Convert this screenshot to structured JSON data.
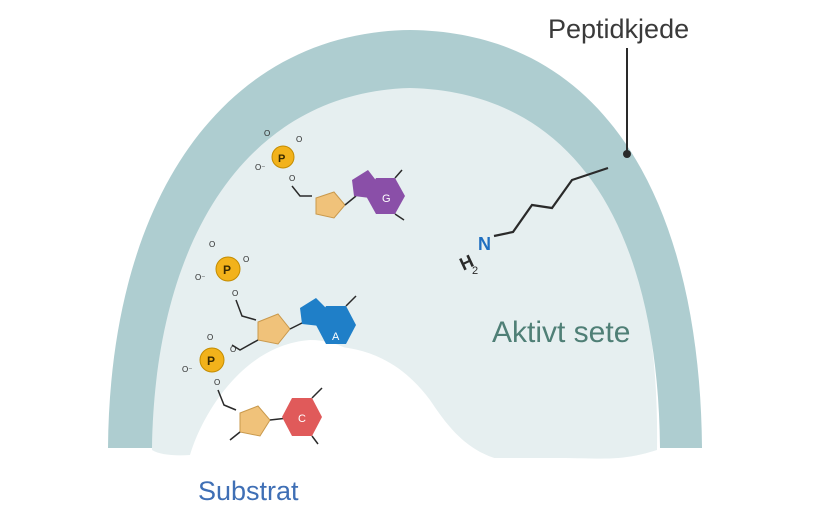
{
  "labels": {
    "peptide_chain": "Peptidkjede",
    "active_site": "Aktivt sete",
    "substrate": "Substrat"
  },
  "amine_group": {
    "h": "H",
    "subscript": "2",
    "n": "N"
  },
  "nucleotides": [
    {
      "base": "G",
      "color": "#8a4fa8"
    },
    {
      "base": "A",
      "color": "#1f7fc8"
    },
    {
      "base": "C",
      "color": "#e05a5a"
    }
  ],
  "phosphate": {
    "symbol": "P",
    "oxygen": "O",
    "charged_oxygen": "O⁻"
  },
  "colors": {
    "enzyme_wall": "#aecdd0",
    "active_site_fill": "#e6eff0",
    "sugar": "#f0c27a",
    "phosphate": "#f2b21b"
  }
}
